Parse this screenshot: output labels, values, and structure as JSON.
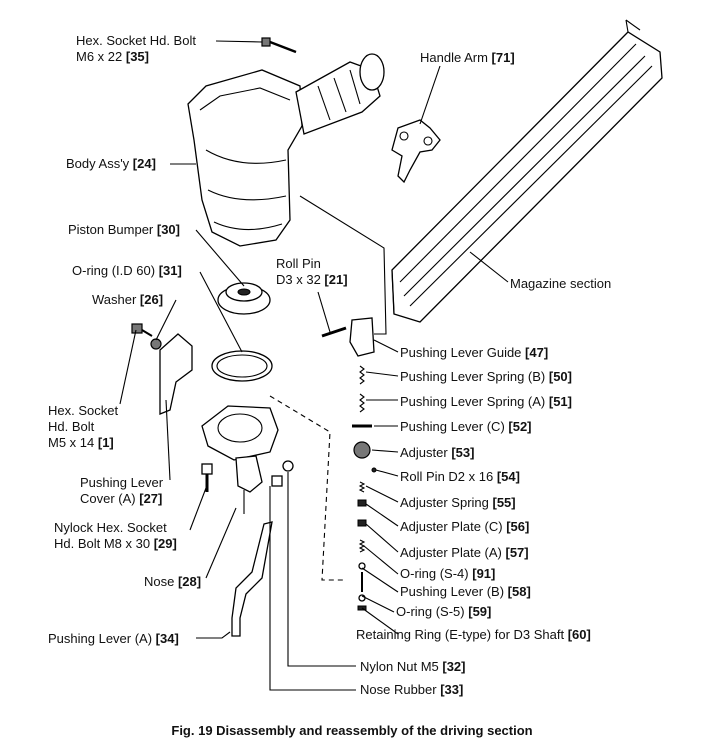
{
  "caption": "Fig. 19  Disassembly and reassembly of the driving section",
  "labels": {
    "hex_bolt_35": {
      "line1": "Hex. Socket Hd. Bolt",
      "line2": "M6 x 22 ",
      "ref": "[35]"
    },
    "handle_arm": {
      "text": "Handle Arm ",
      "ref": "[71]"
    },
    "body_assy": {
      "text": "Body Ass'y ",
      "ref": "[24]"
    },
    "piston_bumper": {
      "text": "Piston Bumper ",
      "ref": "[30]"
    },
    "roll_pin_21": {
      "line1": "Roll Pin",
      "line2": "D3 x 32 ",
      "ref": "[21]"
    },
    "o_ring_31": {
      "text": "O-ring (I.D 60) ",
      "ref": "[31]"
    },
    "magazine": {
      "text": "Magazine section"
    },
    "washer": {
      "text": "Washer ",
      "ref": "[26]"
    },
    "pushing_lever_guide": {
      "text": "Pushing Lever Guide ",
      "ref": "[47]"
    },
    "pls_b": {
      "text": "Pushing Lever Spring (B) ",
      "ref": "[50]"
    },
    "pls_a": {
      "text": "Pushing Lever Spring (A) ",
      "ref": "[51]"
    },
    "hex_bolt_1": {
      "line1": "Hex. Socket",
      "line2": "Hd. Bolt",
      "line3": "M5 x 14 ",
      "ref": "[1]"
    },
    "plc": {
      "text": "Pushing Lever (C) ",
      "ref": "[52]"
    },
    "adjuster": {
      "text": "Adjuster ",
      "ref": "[53]"
    },
    "plca": {
      "line1": "Pushing Lever",
      "line2": "Cover (A) ",
      "ref": "[27]"
    },
    "roll_pin_54": {
      "text": "Roll Pin D2 x 16 ",
      "ref": "[54]"
    },
    "adj_spring": {
      "text": "Adjuster Spring ",
      "ref": "[55]"
    },
    "nylock": {
      "line1": "Nylock Hex. Socket",
      "line2": "Hd. Bolt M8 x 30 ",
      "ref": "[29]"
    },
    "adj_plate_c": {
      "text": "Adjuster Plate (C) ",
      "ref": "[56]"
    },
    "adj_plate_a": {
      "text": "Adjuster Plate (A) ",
      "ref": "[57]"
    },
    "nose": {
      "text": "Nose ",
      "ref": "[28]"
    },
    "o_ring_s4": {
      "text": "O-ring (S-4) ",
      "ref": "[91]"
    },
    "pl_b": {
      "text": "Pushing Lever (B) ",
      "ref": "[58]"
    },
    "o_ring_s5": {
      "text": "O-ring (S-5) ",
      "ref": "[59]"
    },
    "pl_a": {
      "text": "Pushing Lever (A) ",
      "ref": "[34]"
    },
    "retaining_ring": {
      "text": "Retaining Ring (E-type) for D3 Shaft ",
      "ref": "[60]"
    },
    "nylon_nut": {
      "text": "Nylon Nut M5 ",
      "ref": "[32]"
    },
    "nose_rubber": {
      "text": "Nose Rubber ",
      "ref": "[33]"
    }
  }
}
